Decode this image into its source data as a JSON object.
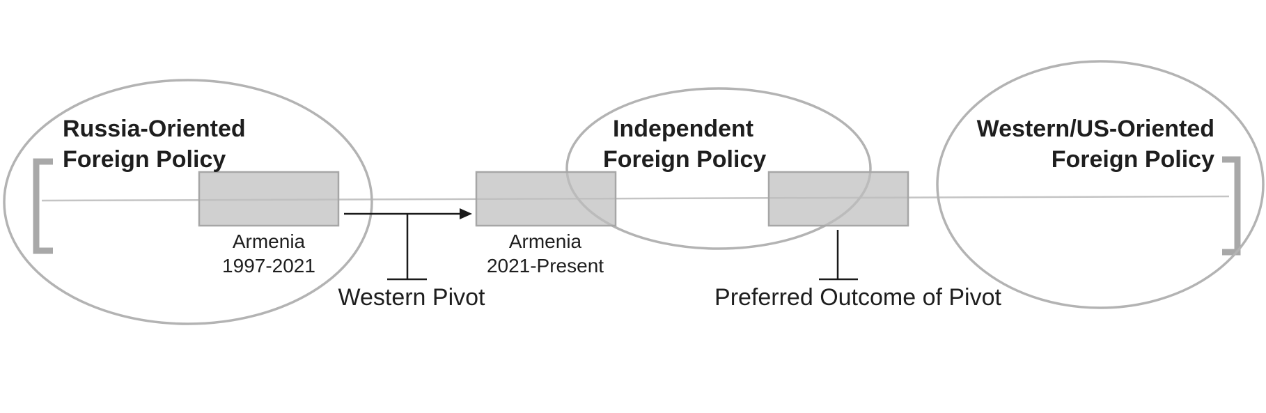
{
  "regions": {
    "russia": {
      "line1": "Russia-Oriented",
      "line2": "Foreign Policy"
    },
    "independent": {
      "line1": "Independent",
      "line2": "Foreign Policy"
    },
    "western": {
      "line1": "Western/US-Oriented",
      "line2": "Foreign Policy"
    }
  },
  "positions": {
    "armenia_past": {
      "country": "Armenia",
      "period": "1997-2021"
    },
    "armenia_present": {
      "country": "Armenia",
      "period": "2021-Present"
    }
  },
  "annotations": {
    "western_pivot": "Western Pivot",
    "preferred_outcome": "Preferred Outcome of Pivot"
  },
  "colors": {
    "ellipse_stroke": "#b3b3b3",
    "box_fill": "#bebebe",
    "bracket": "#a8a8a8",
    "text": "#1e1e1e"
  }
}
